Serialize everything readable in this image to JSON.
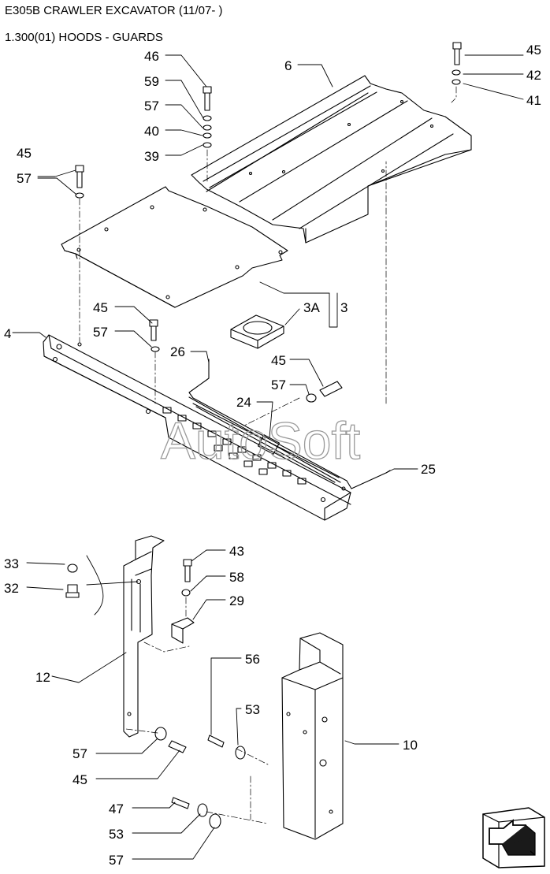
{
  "header": {
    "model": "E305B CRAWLER EXCAVATOR (11/07- )",
    "section": "1.300(01) HOODS - GUARDS"
  },
  "watermark": "AutoSoft",
  "callouts": [
    "45",
    "42",
    "41",
    "6",
    "46",
    "59",
    "57",
    "40",
    "39",
    "45",
    "57",
    "3A",
    "3",
    "45",
    "57",
    "4",
    "26",
    "45",
    "57",
    "24",
    "25",
    "33",
    "32",
    "43",
    "58",
    "29",
    "12",
    "56",
    "53",
    "10",
    "57",
    "45",
    "47",
    "53",
    "57"
  ],
  "nav": {
    "icon": "next-page-arrow-icon"
  }
}
